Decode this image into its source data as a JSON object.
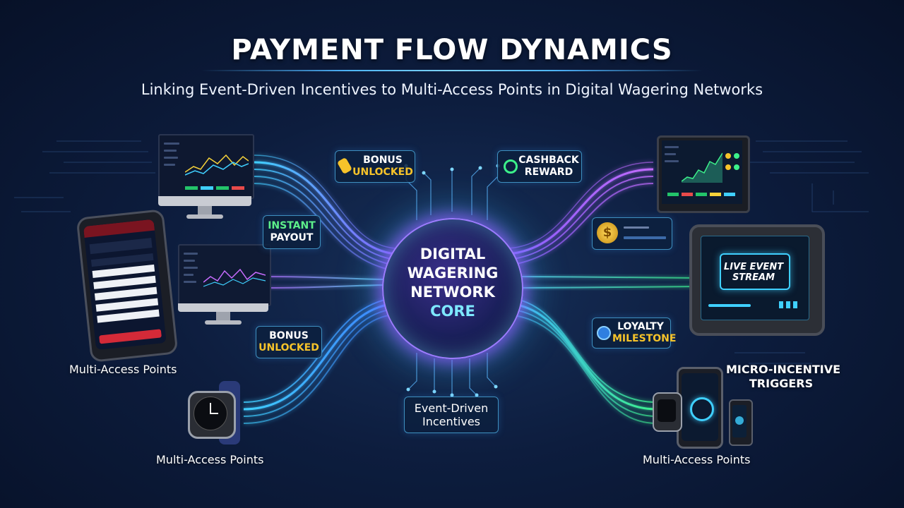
{
  "header": {
    "title": "PAYMENT FLOW DYNAMICS",
    "subtitle": "Linking Event-Driven Incentives to Multi-Access Points in Digital Wagering Networks"
  },
  "core": {
    "line1": "DIGITAL",
    "line2": "WAGERING",
    "line3": "NETWORK",
    "line4": "CORE"
  },
  "tags": {
    "bonus_top": {
      "line1": "BONUS",
      "line2": "UNLOCKED"
    },
    "instant_payout": {
      "line1": "INSTANT",
      "line2": "PAYOUT"
    },
    "bonus_bottom": {
      "line1": "BONUS",
      "line2": "UNLOCKED"
    },
    "cashback": {
      "line1": "CASHBACK",
      "line2": "REWARD"
    },
    "loyalty": {
      "line1": "LOYALTY",
      "line2": "MILESTONE"
    },
    "event_driven": {
      "line1": "Event-Driven",
      "line2": "Incentives"
    }
  },
  "labels": {
    "multi_access_left": "Multi-Access Points",
    "multi_access_bottom_left": "Multi-Access Points",
    "multi_access_bottom_right": "Multi-Access Points",
    "micro_incentive_1": "MICRO-INCENTIVE",
    "micro_incentive_2": "TRIGGERS"
  },
  "tablet": {
    "line1": "LIVE EVENT",
    "line2": "STREAM"
  },
  "icons": [
    "ticket-icon",
    "cashback-icon",
    "coin-icon",
    "loyalty-coin-icon"
  ],
  "colors": {
    "background": "#0a1630",
    "flow_cyan": "#3fd0ff",
    "flow_purple": "#a05cff",
    "flow_green": "#3cf08a",
    "flow_blue": "#3c7cff",
    "gold": "#f6c32a",
    "core_glow": "#9c7cff"
  }
}
